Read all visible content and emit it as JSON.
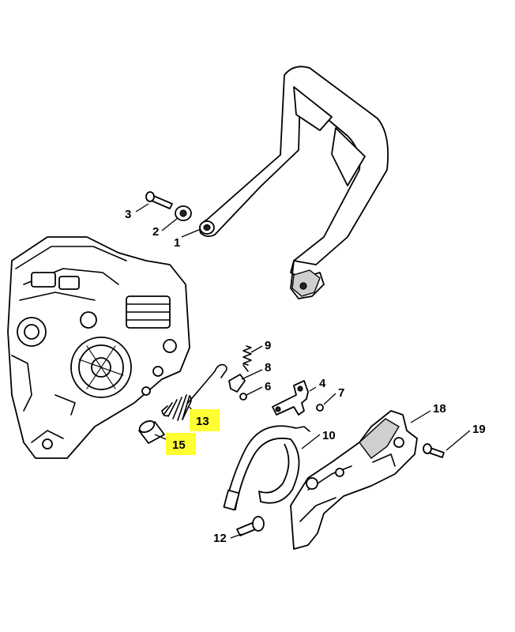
{
  "diagram": {
    "highlight_color": "#ffff33",
    "callouts": [
      {
        "id": "1",
        "text": "1"
      },
      {
        "id": "2",
        "text": "2"
      },
      {
        "id": "3",
        "text": "3"
      },
      {
        "id": "4",
        "text": "4"
      },
      {
        "id": "6",
        "text": "6"
      },
      {
        "id": "7",
        "text": "7"
      },
      {
        "id": "8",
        "text": "8"
      },
      {
        "id": "9",
        "text": "9"
      },
      {
        "id": "10",
        "text": "10"
      },
      {
        "id": "12",
        "text": "12"
      },
      {
        "id": "13",
        "text": "13",
        "highlighted": true
      },
      {
        "id": "15",
        "text": "15",
        "highlighted": true
      },
      {
        "id": "18",
        "text": "18"
      },
      {
        "id": "19",
        "text": "19"
      }
    ]
  }
}
